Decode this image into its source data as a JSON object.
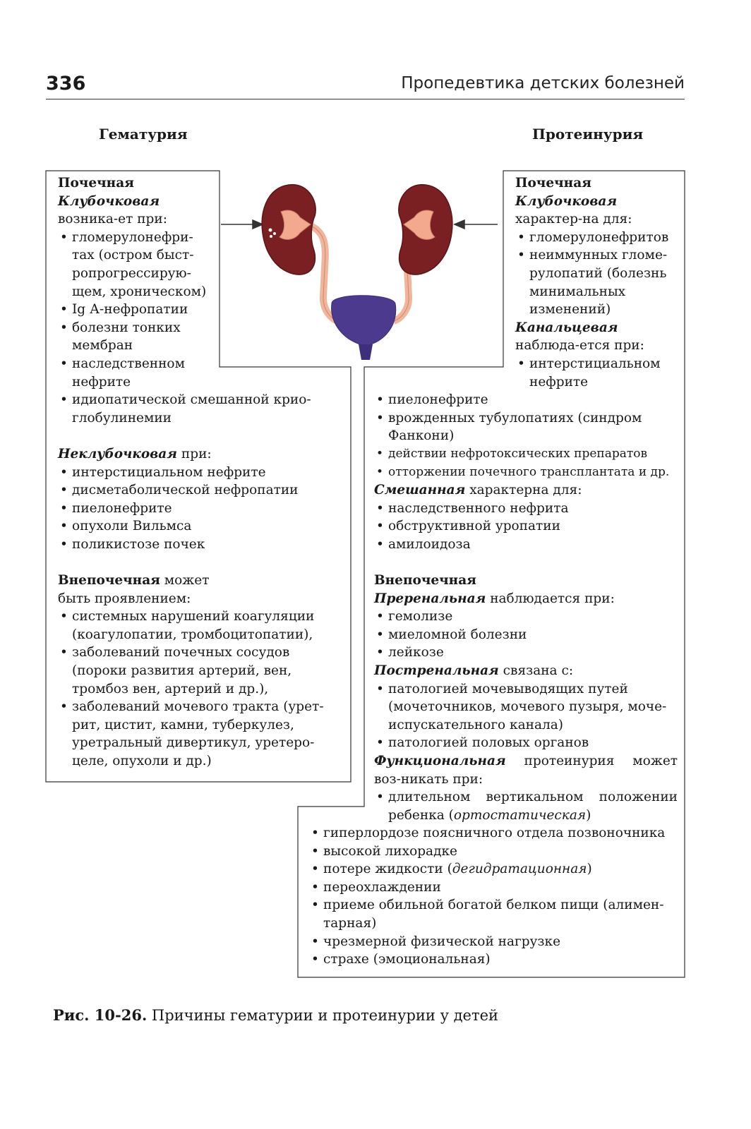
{
  "header": {
    "page_number": "336",
    "book_title": "Пропедевтика детских болезней"
  },
  "left": {
    "title": "Гематурия",
    "renal": {
      "heading": "Почечная",
      "glomerular": {
        "label": "Клубочковая",
        "intro": " возника-ет при:",
        "items": [
          "гломерулонефри-тах (остром быст-ропрогрессирую-щем, хроническом)",
          "Ig А-нефропатии",
          "болезни тонких мембран",
          "наследственном нефрите",
          "идиопатической смешанной крио-глобулинемии"
        ]
      },
      "nonglomerular": {
        "label": "Неклубочковая",
        "intro": " при:",
        "items": [
          "интерстициальном нефрите",
          "дисметаболической нефропатии",
          "пиелонефрите",
          "опухоли Вильмса",
          "поликистозе почек"
        ]
      }
    },
    "extrarenal": {
      "label": "Внепочечная",
      "intro": " может быть проявлением:",
      "items": [
        "системных нарушений коагуляции (коагулопатии, тромбоцитопатии),",
        "заболеваний почечных сосудов (пороки развития артерий, вен, тромбоз вен, артерий и др.),",
        "заболеваний мочевого тракта (урет-рит, цистит, камни, туберкулез, уретральный дивертикул, уретеро-целе, опухоли и др.)"
      ]
    }
  },
  "right": {
    "title": "Протеинурия",
    "renal": {
      "heading": "Почечная",
      "glomerular": {
        "label": "Клубочковая",
        "intro": " характер-на для:",
        "items": [
          "гломерулонефритов",
          "неиммунных гломе-рулопатий (болезнь минимальных изменений)"
        ]
      },
      "tubular": {
        "label": "Канальцевая",
        "intro": " наблюда-ется при:",
        "items": [
          "интерстициальном нефрите",
          "пиелонефрите",
          "врожденных тубулопатиях (синдром Фанкони)",
          "действии нефротоксических препаратов",
          "отторжении почечного трансплантата и др."
        ]
      },
      "mixed": {
        "label": "Смешанная",
        "intro": " характерна для:",
        "items": [
          "наследственного нефрита",
          "обструктивной уропатии",
          "амилоидоза"
        ]
      }
    },
    "extrarenal": {
      "heading": "Внепочечная",
      "prerenal": {
        "label": "Преренальная",
        "intro": " наблюдается при:",
        "items": [
          "гемолизе",
          "миеломной болезни",
          "лейкозе"
        ]
      },
      "postrenal": {
        "label": "Постренальная",
        "intro": " связана с:",
        "items": [
          "патологией мочевыводящих путей (мочеточников, мочевого пузыря, моче-испускательного канала)",
          "патологией половых органов"
        ]
      }
    },
    "functional": {
      "label": "Функциональная",
      "intro": " протеинурия может воз-никать при:",
      "first_item": "длительном вертикальном положении ребенка (",
      "first_item_italic": "ортостатическая",
      "first_item_end": ")",
      "items_a": [
        "гиперлордозе поясничного отдела позвоночника",
        "высокой лихорадке"
      ],
      "dehydration": "потере жидкости (",
      "dehydration_italic": "дегидратационная",
      "dehydration_end": ")",
      "items_b": [
        "переохлаждении",
        "приеме обильной богатой белком пищи (алимен-тарная)",
        "чрезмерной физической нагрузке",
        "страхе (эмоциональная)"
      ]
    }
  },
  "caption": {
    "label": "Рис. 10-26.",
    "text": " Причины гематурии и протеинурии у детей"
  },
  "colors": {
    "kidney": "#7a1f22",
    "kidney_dark": "#5a1518",
    "pelvis": "#f3a98d",
    "ureter": "#f0b59a",
    "bladder": "#4b3a8e",
    "text": "#1a1a1a"
  }
}
